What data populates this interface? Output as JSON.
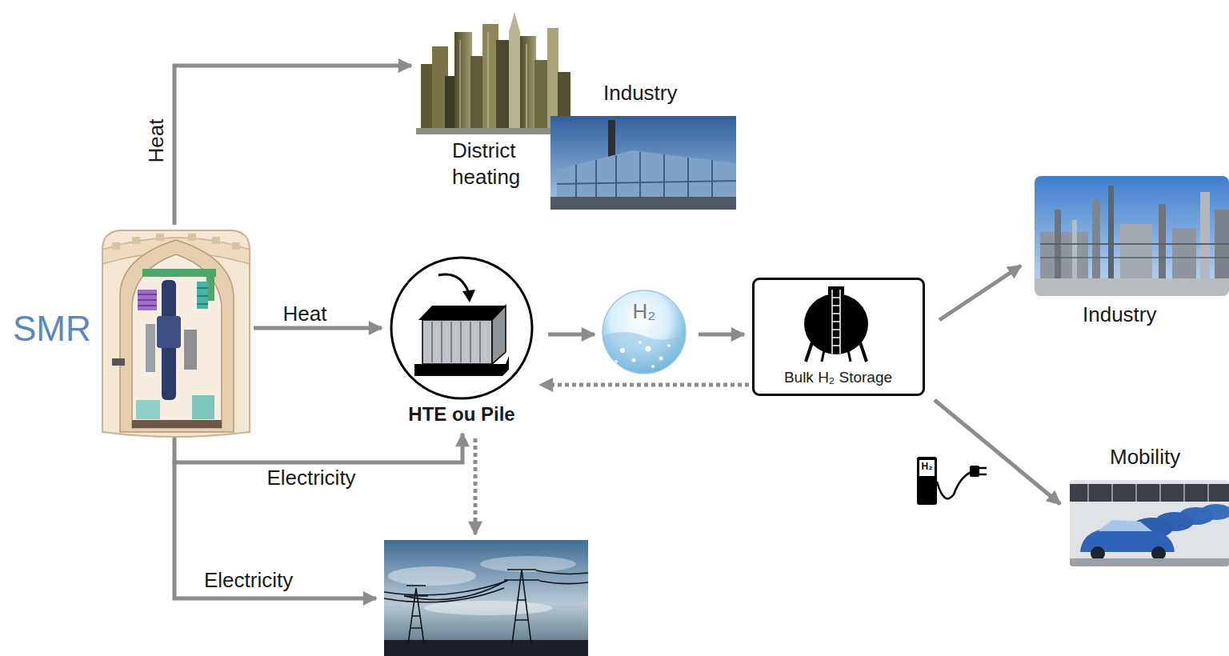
{
  "diagram": {
    "nodes": [
      {
        "text": [
          "SMR"
        ]
      },
      {
        "text": [
          "District heating"
        ]
      },
      {
        "text": [
          "Industry"
        ]
      },
      {
        "text": [
          "HTE ou Pile"
        ]
      },
      {
        "text": [
          "H₂"
        ]
      },
      {
        "text": [
          "Bulk H₂ Storage"
        ]
      },
      {
        "text": [
          "Industry"
        ]
      },
      {
        "text": [
          "Mobility"
        ]
      }
    ],
    "edges": [
      {
        "from": 0,
        "to": 1,
        "label": "Heat",
        "arrow": "to"
      },
      {
        "from": 0,
        "to": 3,
        "label": "Heat",
        "arrow": "to"
      },
      {
        "from": 0,
        "to": 3,
        "label": "Electricity",
        "arrow": "to"
      },
      {
        "from": 3,
        "to": 4,
        "arrow": "to"
      },
      {
        "from": 4,
        "to": 5,
        "arrow": "to"
      },
      {
        "from": 5,
        "to": 3,
        "arrow": "to"
      },
      {
        "from": 5,
        "to": 6,
        "arrow": "to"
      },
      {
        "from": 5,
        "to": 7,
        "arrow": "to"
      }
    ],
    "labels": [
      "Electricity",
      "H₂"
    ]
  }
}
